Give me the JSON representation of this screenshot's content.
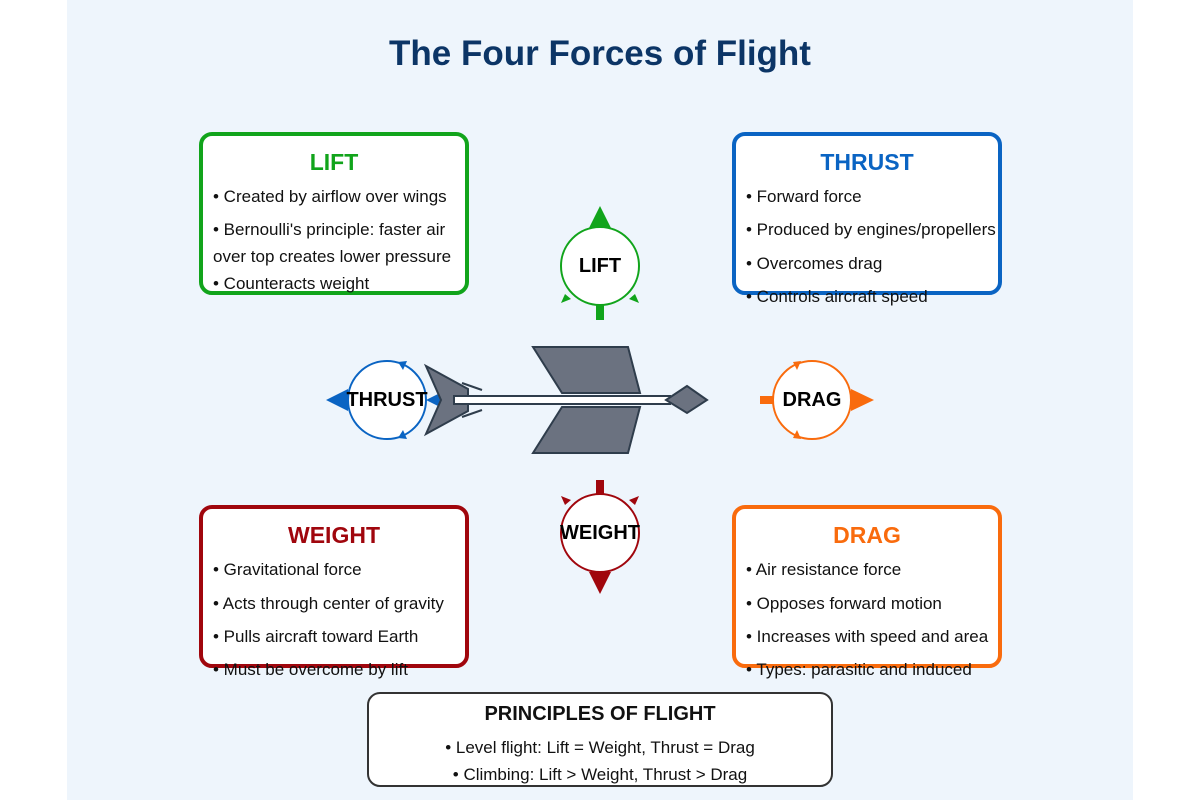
{
  "title": "The Four Forces of Flight",
  "colors": {
    "lift": "#11a41b",
    "thrust": "#0a64c3",
    "weight": "#a0060d",
    "drag": "#f96b0d",
    "aircraft": "#6b7280",
    "aircraft_outline": "#2f3d4c",
    "title": "#0c3566",
    "background": "#eef5fc"
  },
  "cards": {
    "lift": {
      "title": "LIFT",
      "bullets": [
        "• Created by airflow over wings",
        "• Bernoulli's principle: faster air",
        "over top creates lower pressure",
        "• Counteracts weight"
      ]
    },
    "thrust": {
      "title": "THRUST",
      "bullets": [
        "• Forward force",
        "• Produced by engines/propellers",
        "• Overcomes drag",
        "• Controls aircraft speed"
      ]
    },
    "weight": {
      "title": "WEIGHT",
      "bullets": [
        "• Gravitational force",
        "• Acts through center of gravity",
        "• Pulls aircraft toward Earth",
        "• Must be overcome by lift"
      ]
    },
    "drag": {
      "title": "DRAG",
      "bullets": [
        "• Air resistance force",
        "• Opposes forward motion",
        "• Increases with speed and area",
        "• Types: parasitic and induced"
      ]
    }
  },
  "force_labels": {
    "lift": "LIFT",
    "thrust": "THRUST",
    "drag": "DRAG",
    "weight": "WEIGHT"
  },
  "principles": {
    "title": "PRINCIPLES OF FLIGHT",
    "lines": [
      "• Level flight: Lift = Weight, Thrust = Drag",
      "• Climbing: Lift > Weight, Thrust > Drag"
    ]
  }
}
